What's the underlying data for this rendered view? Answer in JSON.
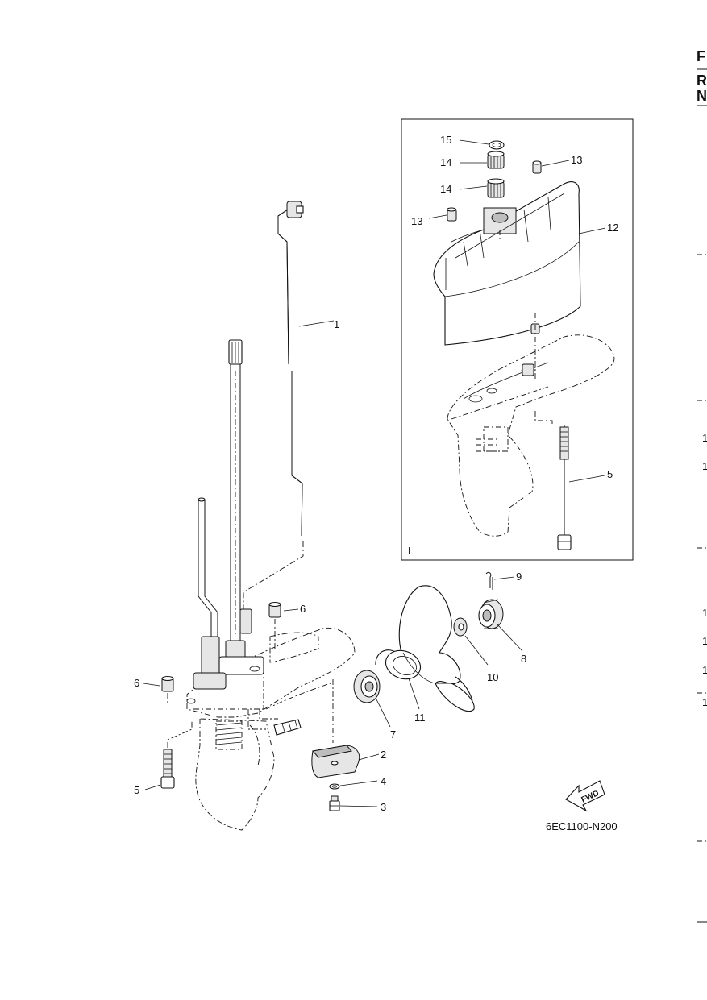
{
  "header_edge": [
    "F",
    "R",
    "N"
  ],
  "right_edge_marks": [
    "1",
    "1",
    "1",
    "1",
    "1",
    "1"
  ],
  "inset": {
    "label": "L"
  },
  "callouts": {
    "c1": "1",
    "c2": "2",
    "c3": "3",
    "c4": "4",
    "c5a": "5",
    "c5b": "5",
    "c6a": "6",
    "c6b": "6",
    "c7": "7",
    "c8": "8",
    "c9": "9",
    "c10": "10",
    "c11": "11",
    "c12": "12",
    "c13a": "13",
    "c13b": "13",
    "c14a": "14",
    "c14b": "14",
    "c15": "15"
  },
  "fwd_label": "FWD",
  "diagram_code": "6EC1100-N200"
}
